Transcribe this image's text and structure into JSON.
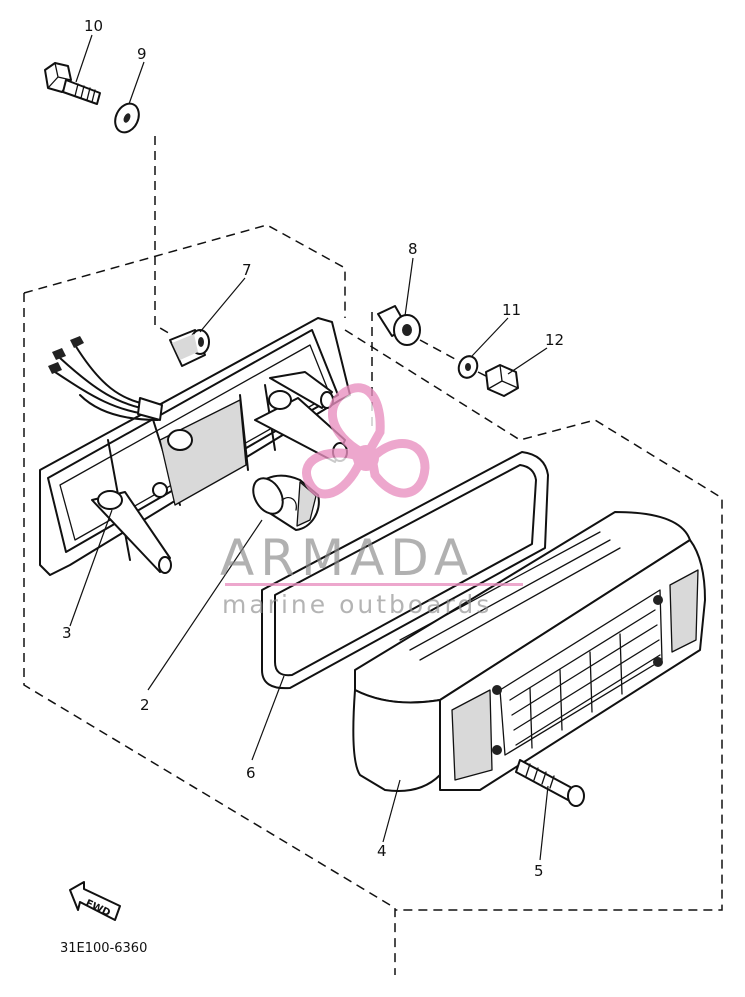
{
  "diagram": {
    "callouts": {
      "c1": "10",
      "c2": "9",
      "c3": "7",
      "c4": "8",
      "c5": "11",
      "c6": "12",
      "c7": "3",
      "c8": "2",
      "c9": "6",
      "c10": "4",
      "c11": "5"
    },
    "part_code": "31E100-6360",
    "fwd_label": "FWD"
  },
  "watermark": {
    "title": "ARMADA",
    "subtitle": "marine outboards",
    "accent_color": "#e88fbf"
  }
}
